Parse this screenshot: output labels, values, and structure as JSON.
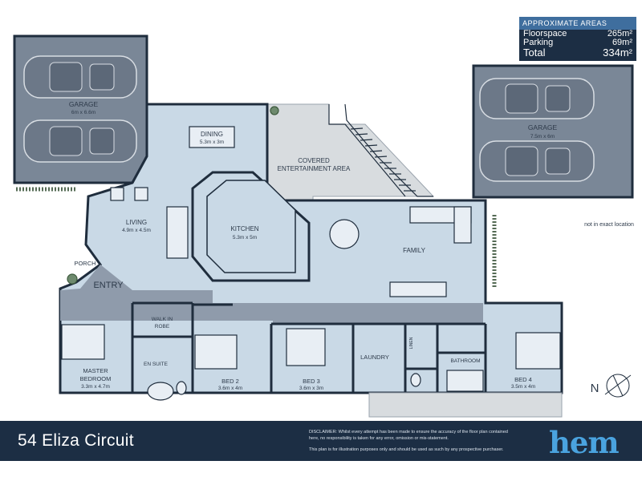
{
  "areas": {
    "header": "APPROXIMATE AREAS",
    "rows": [
      {
        "label": "Floorspace",
        "value": "265m²"
      },
      {
        "label": "Parking",
        "value": "69m²"
      }
    ],
    "total": {
      "label": "Total",
      "value": "334m²"
    }
  },
  "rooms": {
    "garage_left": {
      "name": "GARAGE",
      "dims": "6m x 6.6m"
    },
    "garage_right": {
      "name": "GARAGE",
      "dims": "7.5m x 6m"
    },
    "dining": {
      "name": "DINING",
      "dims": "5.3m x 3m"
    },
    "covered": {
      "name": "COVERED",
      "name2": "ENTERTAINMENT AREA"
    },
    "living": {
      "name": "LIVING",
      "dims": "4.9m x 4.5m"
    },
    "kitchen": {
      "name": "KITCHEN",
      "dims": "5.3m x 5m"
    },
    "family": {
      "name": "FAMILY"
    },
    "porch": {
      "name": "PORCH"
    },
    "entry": {
      "name": "ENTRY"
    },
    "walkin": {
      "name": "WALK IN",
      "name2": "ROBE"
    },
    "ensuite": {
      "name": "EN SUITE"
    },
    "master": {
      "name": "MASTER",
      "name2": "BEDROOM",
      "dims": "3.3m x 4.7m"
    },
    "bed2": {
      "name": "BED 2",
      "dims": "3.6m x 4m"
    },
    "bed3": {
      "name": "BED 3",
      "dims": "3.6m x 3m"
    },
    "laundry": {
      "name": "LAUNDRY"
    },
    "linen": {
      "name": "LINEN"
    },
    "bathroom": {
      "name": "BATHROOM"
    },
    "bed4": {
      "name": "BED 4",
      "dims": "3.5m x 4m"
    }
  },
  "note": "not in exact location",
  "compass": "N",
  "footer": {
    "address": "54 Eliza Circuit",
    "disclaimer1": "DISCLAIMER: Whilst every attempt has been made to ensure the accuracy of the floor plan contained here, no responsibility is taken for any error, omission or mis-statement.",
    "disclaimer2": "This plan is for illustration purposes only and should be used as such by any prospective purchaser.",
    "logo": "hem"
  },
  "colors": {
    "floor": "#c9d9e6",
    "garage": "#7a8797",
    "hall": "#8f9bab",
    "wall": "#1f2d3d",
    "outdoor": "#d8dcdf",
    "footer": "#1c2e44",
    "logo": "#4aa3df"
  }
}
